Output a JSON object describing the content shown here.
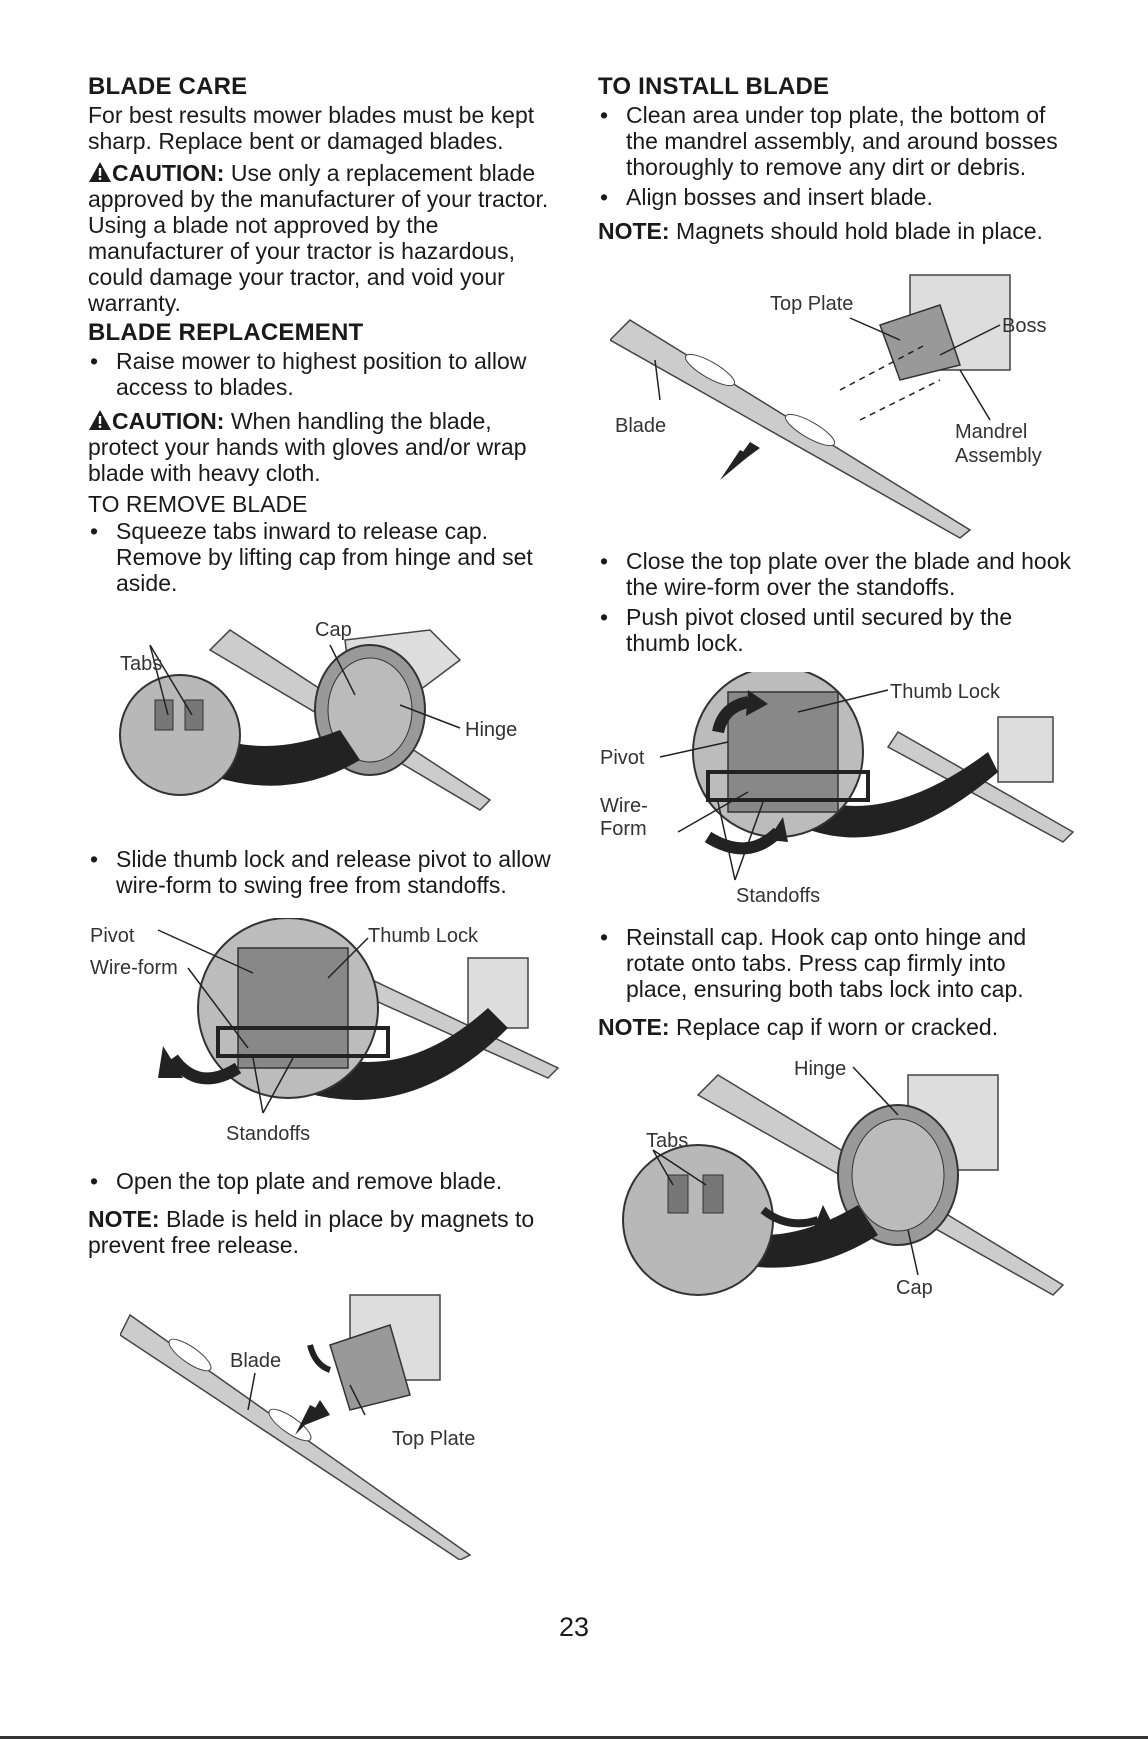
{
  "left": {
    "blade_care_heading": "BLADE CARE",
    "blade_care_text": "For best results mower blades must be kept sharp. Replace bent or damaged blades.",
    "caution1_word": "CAUTION:",
    "caution1_text": "Use only a replacement blade approved by the manufacturer of your tractor. Using a blade not approved by the manufacturer of your tractor is hazardous, could damage your tractor, and void your warranty.",
    "blade_replacement_heading": "BLADE REPLACEMENT",
    "bullet_raise": "Raise mower to highest position to allow access to blades.",
    "caution2_word": "CAUTION:",
    "caution2_text": "When handling the blade, protect your hands with gloves and/or wrap blade with heavy cloth.",
    "to_remove_heading": "TO REMOVE BLADE",
    "bullet_squeeze": "Squeeze tabs inward to release cap. Remove by lifting cap from hinge and set aside.",
    "fig1": {
      "tabs": "Tabs",
      "cap": "Cap",
      "hinge": "Hinge"
    },
    "bullet_slide": "Slide thumb lock and release pivot to allow wire-form to swing free from standoffs.",
    "fig2": {
      "pivot": "Pivot",
      "wire_form": "Wire-form",
      "thumb_lock": "Thumb Lock",
      "standoffs": "Standoffs"
    },
    "bullet_open": "Open the top plate and remove blade.",
    "note_word": "NOTE:",
    "note_text": "Blade is held in place by magnets to prevent free release.",
    "fig3": {
      "blade": "Blade",
      "top_plate": "Top Plate"
    }
  },
  "right": {
    "to_install_heading": "TO INSTALL BLADE",
    "bullet_clean": "Clean area under top plate, the bottom of the mandrel assembly, and around bosses thoroughly to remove any dirt or debris.",
    "bullet_align": "Align bosses and insert blade.",
    "note1_word": "NOTE:",
    "note1_text": "Magnets should hold blade in place.",
    "fig4": {
      "top_plate": "Top Plate",
      "boss": "Boss",
      "blade": "Blade",
      "mandrel": "Mandrel",
      "assembly": "Assembly"
    },
    "bullet_close": "Close the top plate over the blade and hook the wire-form over the standoffs.",
    "bullet_push": "Push pivot closed until secured by the thumb lock.",
    "fig5": {
      "thumb_lock": "Thumb Lock",
      "pivot": "Pivot",
      "wire": "Wire-",
      "form": "Form",
      "standoffs": "Standoffs"
    },
    "bullet_reinstall": "Reinstall cap. Hook cap onto hinge and rotate onto tabs. Press cap firmly into place, ensuring both tabs lock into cap.",
    "note2_word": "NOTE:",
    "note2_text": "Replace cap if worn or cracked.",
    "fig6": {
      "hinge": "Hinge",
      "tabs": "Tabs",
      "cap": "Cap"
    }
  },
  "bullet_char": "•",
  "page_number": "23"
}
